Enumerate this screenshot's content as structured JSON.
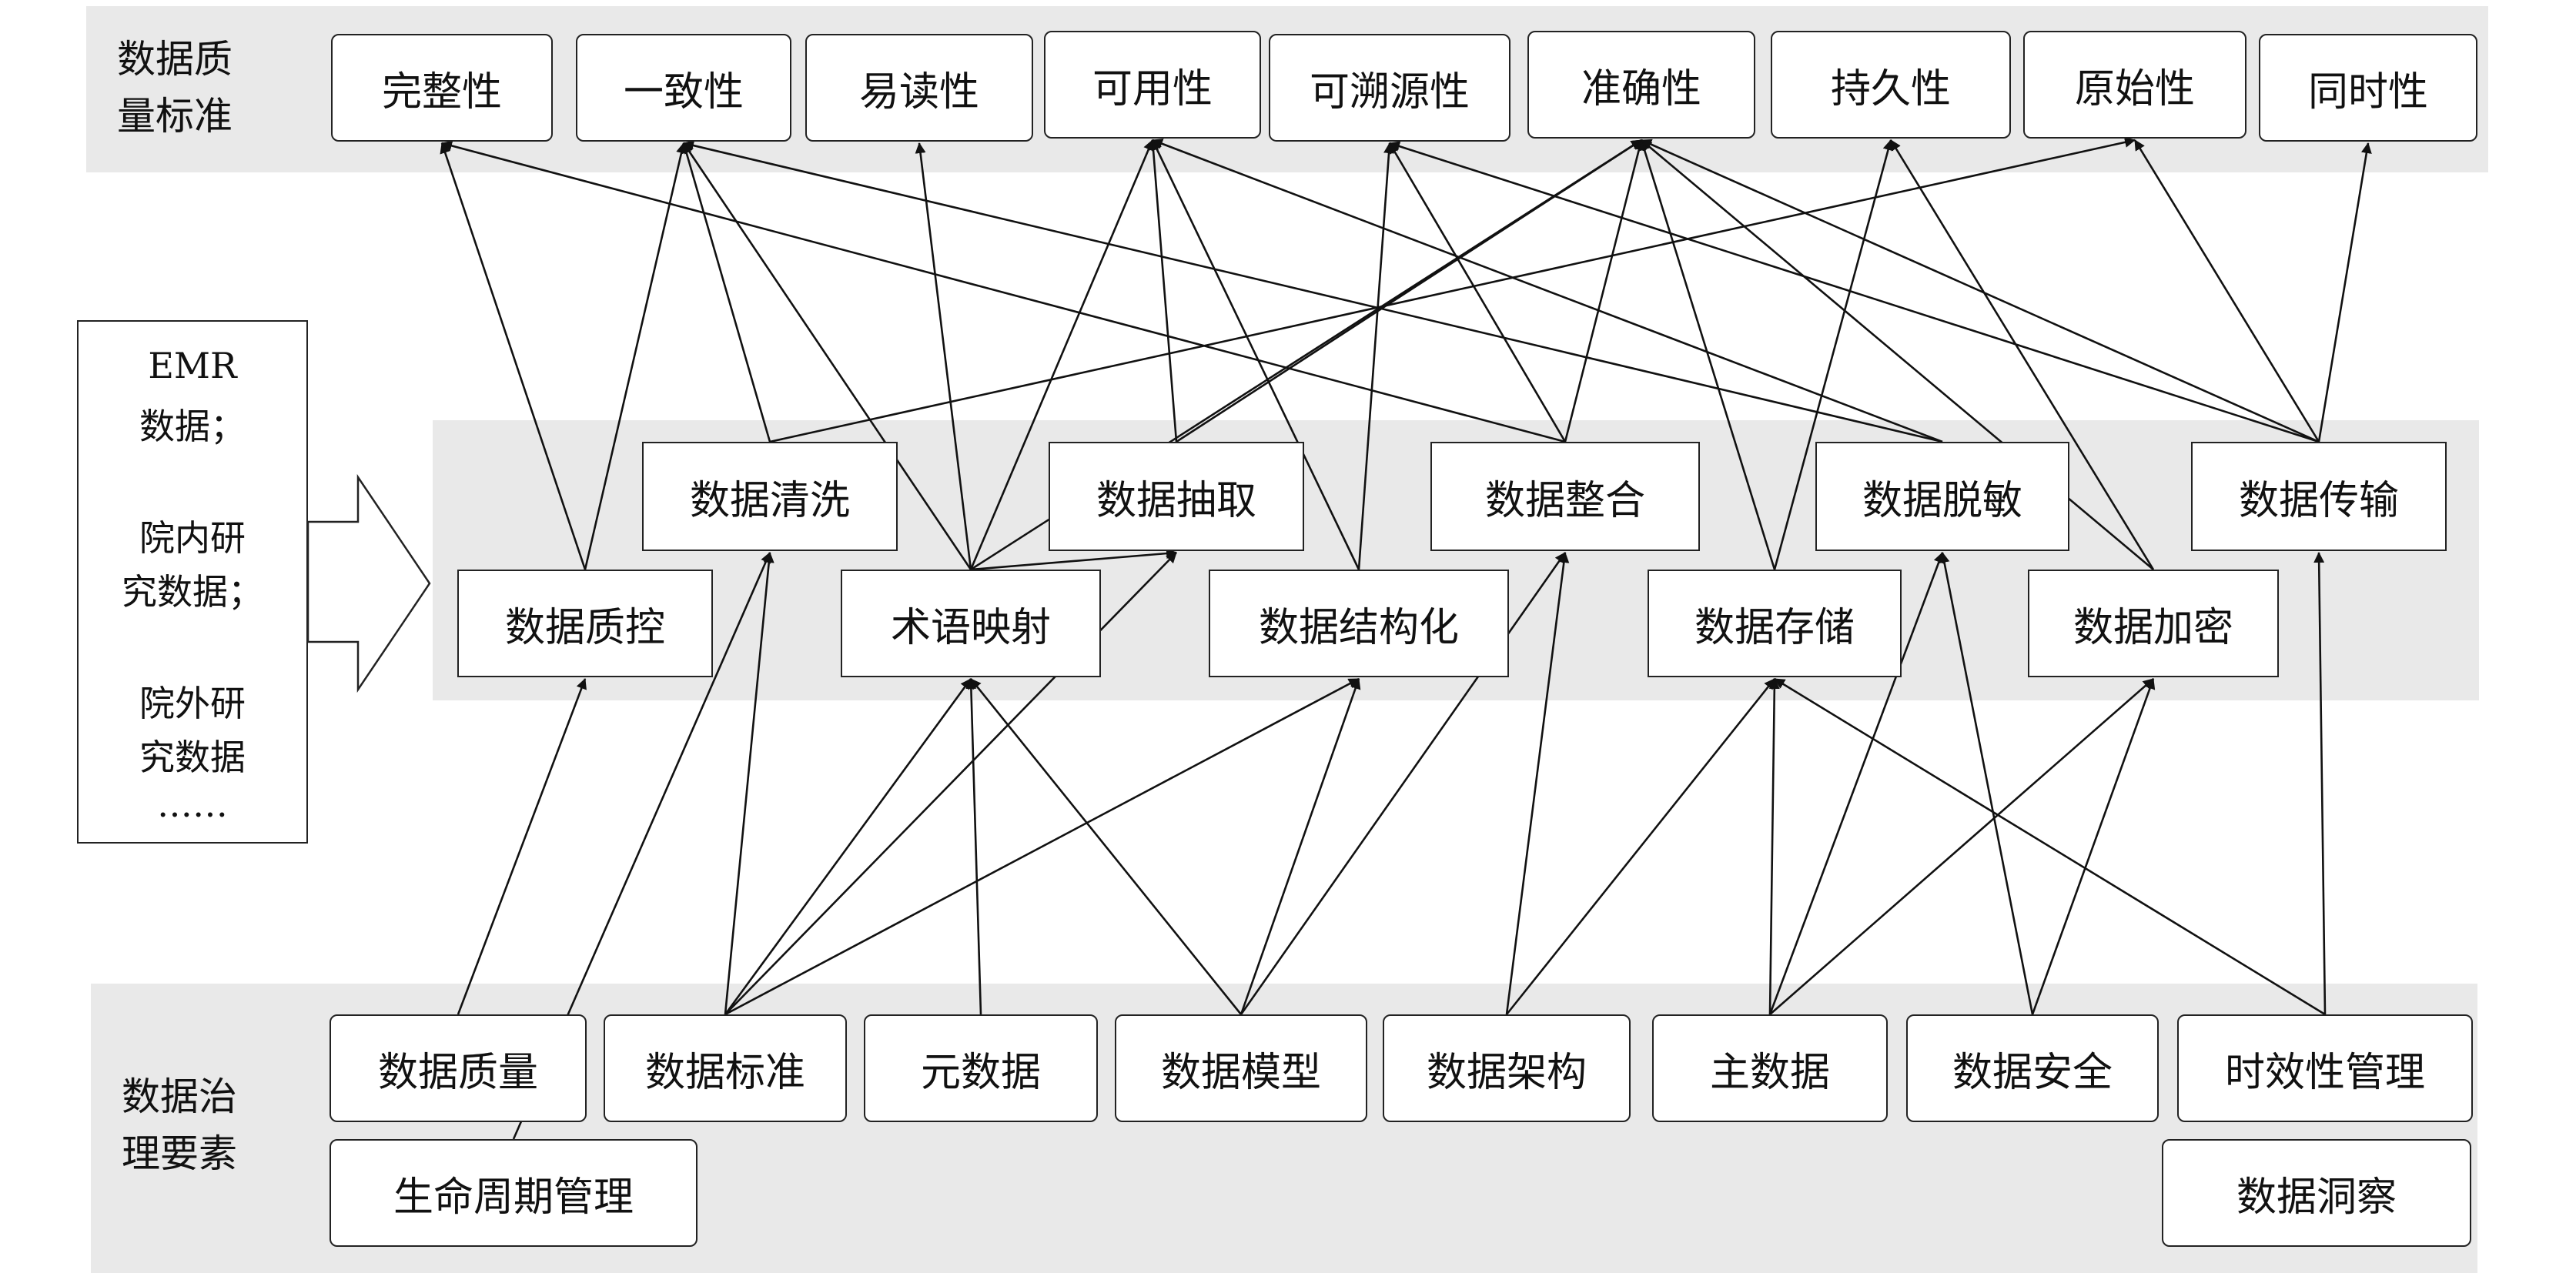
{
  "bands": {
    "top_label": [
      "数据质",
      "量标准"
    ],
    "bottom_label": [
      "数据治",
      "理要素"
    ]
  },
  "source": {
    "lines": [
      "EMR",
      "数据；",
      "院内研",
      "究数据；",
      "院外研",
      "究数据",
      "……"
    ]
  },
  "quality": [
    {
      "id": "q1",
      "label": "完整性"
    },
    {
      "id": "q2",
      "label": "一致性"
    },
    {
      "id": "q3",
      "label": "易读性"
    },
    {
      "id": "q4",
      "label": "可用性"
    },
    {
      "id": "q5",
      "label": "可溯源性"
    },
    {
      "id": "q6",
      "label": "准确性"
    },
    {
      "id": "q7",
      "label": "持久性"
    },
    {
      "id": "q8",
      "label": "原始性"
    },
    {
      "id": "q9",
      "label": "同时性"
    }
  ],
  "process": [
    {
      "id": "p1",
      "label": "数据清洗"
    },
    {
      "id": "p2",
      "label": "数据抽取"
    },
    {
      "id": "p3",
      "label": "数据整合"
    },
    {
      "id": "p4",
      "label": "数据脱敏"
    },
    {
      "id": "p5",
      "label": "数据传输"
    },
    {
      "id": "p6",
      "label": "数据质控"
    },
    {
      "id": "p7",
      "label": "术语映射"
    },
    {
      "id": "p8",
      "label": "数据结构化"
    },
    {
      "id": "p9",
      "label": "数据存储"
    },
    {
      "id": "p10",
      "label": "数据加密"
    }
  ],
  "elements": [
    {
      "id": "e1",
      "label": "数据质量"
    },
    {
      "id": "e2",
      "label": "数据标准"
    },
    {
      "id": "e3",
      "label": "元数据"
    },
    {
      "id": "e4",
      "label": "数据模型"
    },
    {
      "id": "e5",
      "label": "数据架构"
    },
    {
      "id": "e6",
      "label": "主数据"
    },
    {
      "id": "e7",
      "label": "数据安全"
    },
    {
      "id": "e8",
      "label": "时效性管理"
    },
    {
      "id": "e9",
      "label": "生命周期管理"
    },
    {
      "id": "e10",
      "label": "数据洞察"
    }
  ],
  "edges": [
    [
      "e1",
      "p6"
    ],
    [
      "e9",
      "p1"
    ],
    [
      "e2",
      "p1"
    ],
    [
      "e2",
      "p7"
    ],
    [
      "e2",
      "p8"
    ],
    [
      "e2",
      "p2"
    ],
    [
      "e3",
      "p7"
    ],
    [
      "e4",
      "p7"
    ],
    [
      "e4",
      "p8"
    ],
    [
      "e4",
      "p3"
    ],
    [
      "e5",
      "p3"
    ],
    [
      "e5",
      "p9"
    ],
    [
      "e6",
      "p9"
    ],
    [
      "e6",
      "p4"
    ],
    [
      "e6",
      "p10"
    ],
    [
      "e7",
      "p10"
    ],
    [
      "e7",
      "p4"
    ],
    [
      "e8",
      "p9"
    ],
    [
      "e8",
      "p5"
    ],
    [
      "p7",
      "p2"
    ],
    [
      "p6",
      "q1"
    ],
    [
      "p6",
      "q2"
    ],
    [
      "p1",
      "q2"
    ],
    [
      "p1",
      "q8"
    ],
    [
      "p7",
      "q2"
    ],
    [
      "p7",
      "q3"
    ],
    [
      "p7",
      "q4"
    ],
    [
      "p7",
      "q6"
    ],
    [
      "p2",
      "q4"
    ],
    [
      "p2",
      "q6"
    ],
    [
      "p8",
      "q4"
    ],
    [
      "p8",
      "q5"
    ],
    [
      "p3",
      "q1"
    ],
    [
      "p3",
      "q5"
    ],
    [
      "p3",
      "q6"
    ],
    [
      "p9",
      "q7"
    ],
    [
      "p9",
      "q6"
    ],
    [
      "p4",
      "q4"
    ],
    [
      "p4",
      "q2"
    ],
    [
      "p10",
      "q7"
    ],
    [
      "p10",
      "q6"
    ],
    [
      "p5",
      "q6"
    ],
    [
      "p5",
      "q8"
    ],
    [
      "p5",
      "q9"
    ],
    [
      "p5",
      "q5"
    ]
  ]
}
